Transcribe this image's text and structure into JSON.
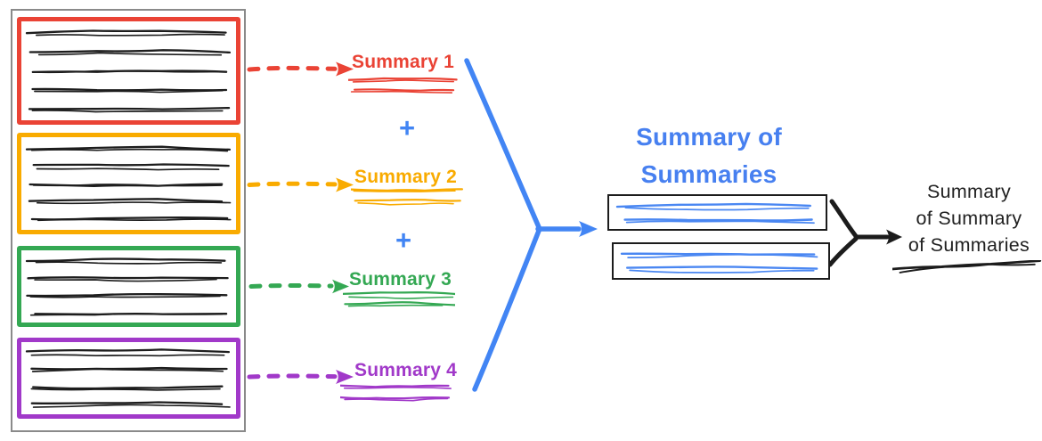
{
  "diagram": {
    "source_documents": [
      {
        "color": "#EA4335",
        "scribble_line_count": 5
      },
      {
        "color": "#F9AB00",
        "scribble_line_count": 5
      },
      {
        "color": "#34A853",
        "scribble_line_count": 4
      },
      {
        "color": "#A139C9",
        "scribble_line_count": 4
      }
    ],
    "summaries": [
      {
        "label": "Summary 1",
        "color": "#EA4335"
      },
      {
        "label": "Summary 2",
        "color": "#F9AB00"
      },
      {
        "label": "Summary 3",
        "color": "#34A853"
      },
      {
        "label": "Summary 4",
        "color": "#A139C9"
      }
    ],
    "plus_sign": "+",
    "sos_title": {
      "line1": "Summary of",
      "line2": "Summaries",
      "color": "#4780F0"
    },
    "final_summary": {
      "line1": "Summary",
      "line2": "of Summary",
      "line3": "of Summaries",
      "color": "#212121"
    },
    "accent_blue": "#4285F4",
    "ink_color": "#1c1c1c",
    "container_border_color": "#8a8a8a"
  }
}
